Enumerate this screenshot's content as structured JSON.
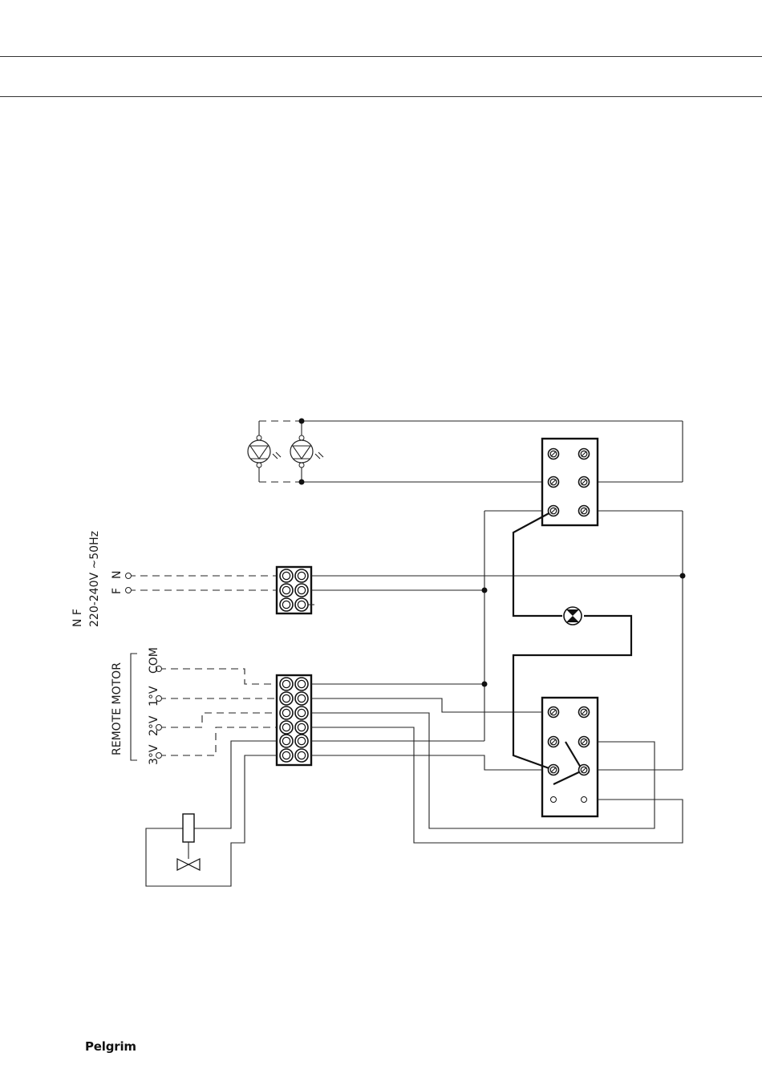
{
  "brand": {
    "logo_text": "Pelgrim"
  },
  "diagram": {
    "power_label": "220-240V ~50Hz",
    "power_nf_label": "N F",
    "terminal_f": "F",
    "terminal_n": "N",
    "remote_motor_label": "REMOTE MOTOR",
    "motor_com": "COM",
    "motor_speed1": "1°V",
    "motor_speed2": "2°V",
    "motor_speed3": "3°V"
  },
  "icons": [
    "led-lamp-icon",
    "led-lamp-icon",
    "indicator-lamp-icon",
    "solenoid-coil-icon",
    "valve-icon",
    "screw-terminal-icon"
  ]
}
